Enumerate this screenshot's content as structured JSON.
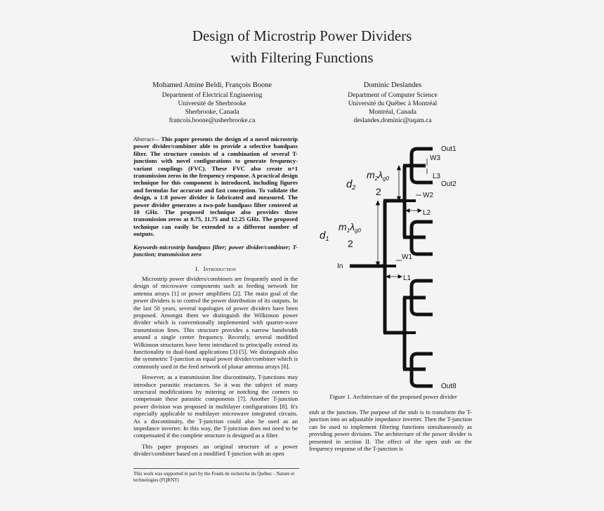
{
  "title_line1": "Design of Microstrip Power Dividers",
  "title_line2": "with Filtering Functions",
  "author_left": {
    "name": "Mohamed Amine Beldi, François Boone",
    "dept": "Department of Electrical Engineering",
    "univ": "Université de Sherbrooke",
    "city": "Sherbrooke, Canada",
    "email": "francois.boone@usherbrooke.ca"
  },
  "author_right": {
    "name": "Dominic Deslandes",
    "dept": "Department of Computer Science",
    "univ": "Université du Québec à Montréal",
    "city": "Montréal, Canada",
    "email": "deslandes.dominic@uqam.ca"
  },
  "abstract_label": "Abstract—",
  "abstract": " This paper presents the design of a novel microstrip power divider/combiner able to provide a selective bandpass filter. The structure consists of a combination of several T-junctions with novel configurations to generate frequency-variant couplings (FVC). These FVC also create n+1 transmission zeros in the frequency response. A practical design technique for this component is introduced, including figures and formulas for accurate and fast conception. To validate the design, a 1:8 power divider is fabricated and measured. The power divider generates a two-pole bandpass filter centered at 10 GHz. The proposed technique also provides three transmission zeros at 8.75, 11.75 and 12.25 GHz. The proposed technique can easily be extended to a different number of outputs.",
  "keywords": "Keywords-microstrip bandpass filter; power divider/combiner; T-junction; transmission zero",
  "section_number": "I.",
  "section_title": "Introduction",
  "para1": "Microstrip power dividers/combiners are frequently used in the design of microwave components such as feeding network for antenna arrays [1] or power amplifiers [2]. The main goal of the power dividers is to control the power distribution of its outputs. In the last 50 years, several topologies of power dividers have been proposed. Amongst them we distinguish the Wilkinson power divider which is conventionally implemented with quarter-wave transmission lines. This structure provides a narrow bandwidth around a single center frequency. Recently, several modified Wilkinson structures have been introduced to principally extend its functionality to dual-band applications [3]-[5]. We distinguish also the symmetric T-junction as equal power divider/combiner which is commonly used in the feed network of planar antenna arrays [6].",
  "para2": "However, as a transmission line discontinuity, T-junctions may introduce parasitic reactances. So it was the subject of many structural modifications by mitering or notching the corners to compensate these parasitic components [7]. Another T-junction power division was proposed in multilayer configurations [8]. It's especially applicable to multilayer microwave integrated circuits. As a discontinuity, the T-junction could also be used as an impedance inverter. In this way, the T-junction does not need to be compensated if the complete structure is designed as a filter.",
  "para3": "This paper proposes an original structure of a power divider/combiner based on a modified T-junction with an open",
  "footnote": "This work was supported in part by the Fonds de recherche du Québec - Nature et technologies (FQRNT)",
  "figure_caption": "Figure 1. Architecture of the proposed power divider",
  "right_text": "stub at the junction. The purpose of the stub is to transform the T-junction into an adjustable impedance inverter. Then the T-junction can be used to implement filtering functions simultaneously as providing power division. The architecture of the power divider is presented in section II. The effect of the open stub on the frequency response of the T-junction is",
  "figure_labels": {
    "out1": "Out1",
    "out2": "Out2",
    "out8": "Out8",
    "in": "In",
    "w1": "W1",
    "w2": "W2",
    "w3": "W3",
    "l1": "L1",
    "l2": "L2",
    "l3": "L3",
    "d1": "d",
    "d1_sub": "1",
    "d2": "d",
    "d2_sub": "2",
    "m1": "m",
    "m1_sub": "1",
    "m2": "m",
    "m2_sub": "2",
    "lambda": "λ",
    "lambda_sub": "g0",
    "two": "2"
  },
  "colors": {
    "trace": "#111111",
    "background": "#f4f4f4"
  }
}
